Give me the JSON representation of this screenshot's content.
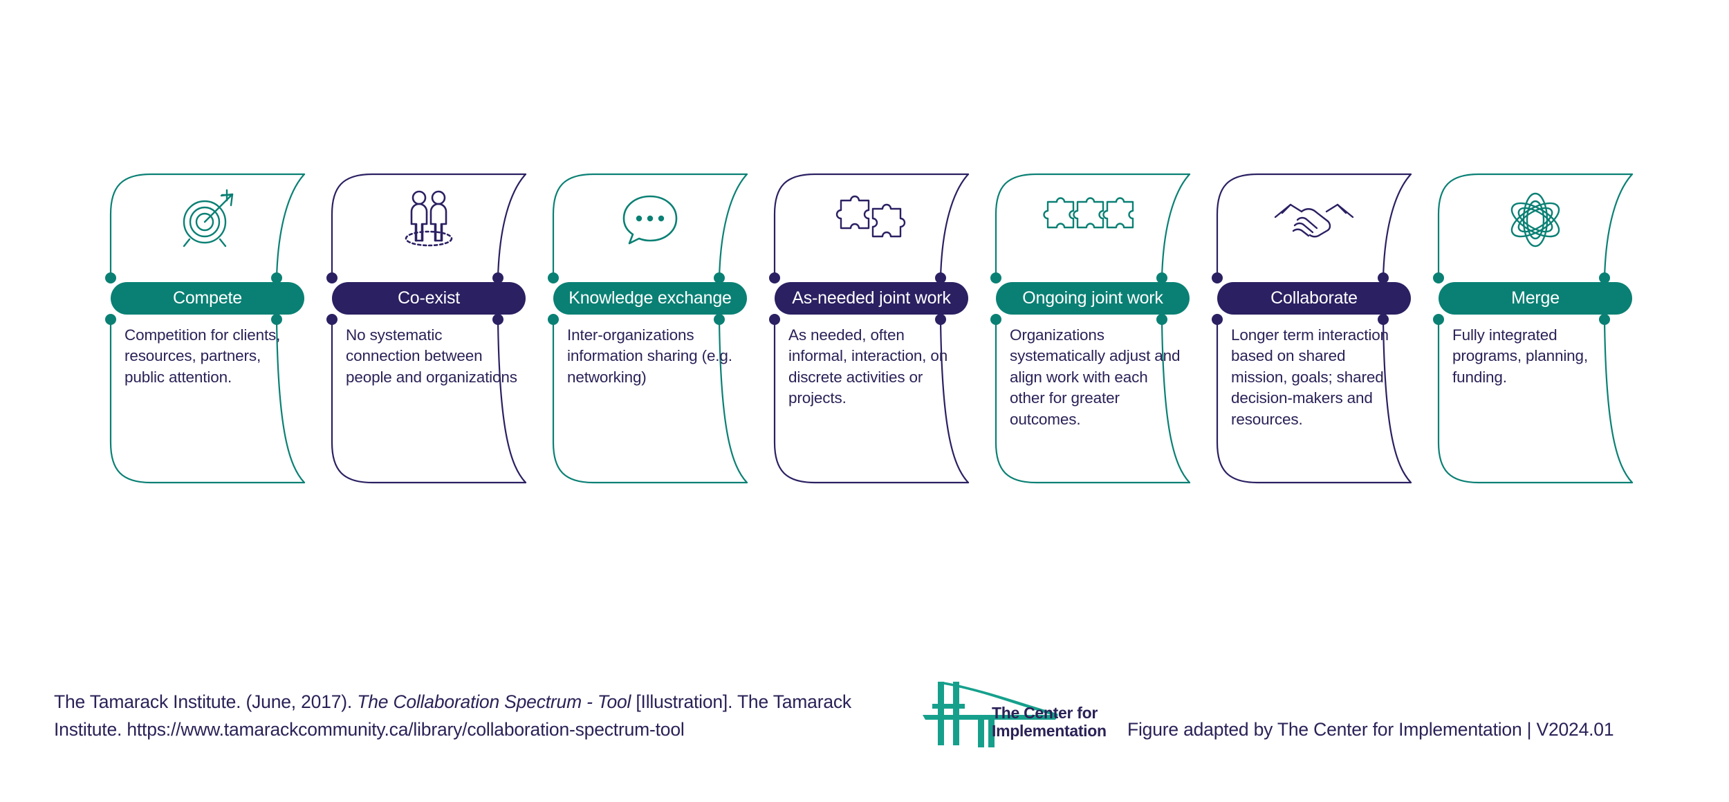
{
  "colors": {
    "teal": "#0a8074",
    "navy": "#2b2062",
    "text": "#2a2257",
    "background": "#ffffff"
  },
  "spectrum": {
    "segments": [
      {
        "label": "Compete",
        "description": "Competition for clients, resources, partners, public attention.",
        "color": "#0a8074",
        "accent": "teal",
        "icon": "target-arrow-icon"
      },
      {
        "label": "Co-exist",
        "description": "No systematic connection between people and organizations",
        "color": "#2b2062",
        "accent": "navy",
        "icon": "two-people-icon"
      },
      {
        "label": "Knowledge exchange",
        "description": "Inter-organizations information sharing (e.g. networking)",
        "color": "#0a8074",
        "accent": "teal",
        "icon": "speech-bubble-icon"
      },
      {
        "label": "As-needed joint work",
        "description": "As needed, often informal, interaction, on discrete activities or projects.",
        "color": "#2b2062",
        "accent": "navy",
        "icon": "two-puzzle-pieces-icon"
      },
      {
        "label": "Ongoing joint work",
        "description": "Organizations systematically adjust and align work with each other for greater outcomes.",
        "color": "#0a8074",
        "accent": "teal",
        "icon": "three-puzzle-pieces-icon"
      },
      {
        "label": "Collaborate",
        "description": "Longer term interaction based on shared mission, goals; shared decision-makers and resources.",
        "color": "#2b2062",
        "accent": "navy",
        "icon": "handshake-icon"
      },
      {
        "label": "Merge",
        "description": "Fully integrated programs, planning, funding.",
        "color": "#0a8074",
        "accent": "teal",
        "icon": "atom-icon"
      }
    ]
  },
  "footer": {
    "citation_part1": "The Tamarack Institute. (June, 2017). ",
    "citation_title": "The Collaboration Spectrum - Tool",
    "citation_part2": " [Illustration]. The Tamarack Institute. https://www.tamarackcommunity.ca/library/collaboration-spectrum-tool",
    "logo_line1": "The Center for",
    "logo_line2": "Implementation",
    "logo_icon": "bridge-logo-icon",
    "adapted_note": "Figure adapted by The Center for Implementation | V2024.01"
  }
}
